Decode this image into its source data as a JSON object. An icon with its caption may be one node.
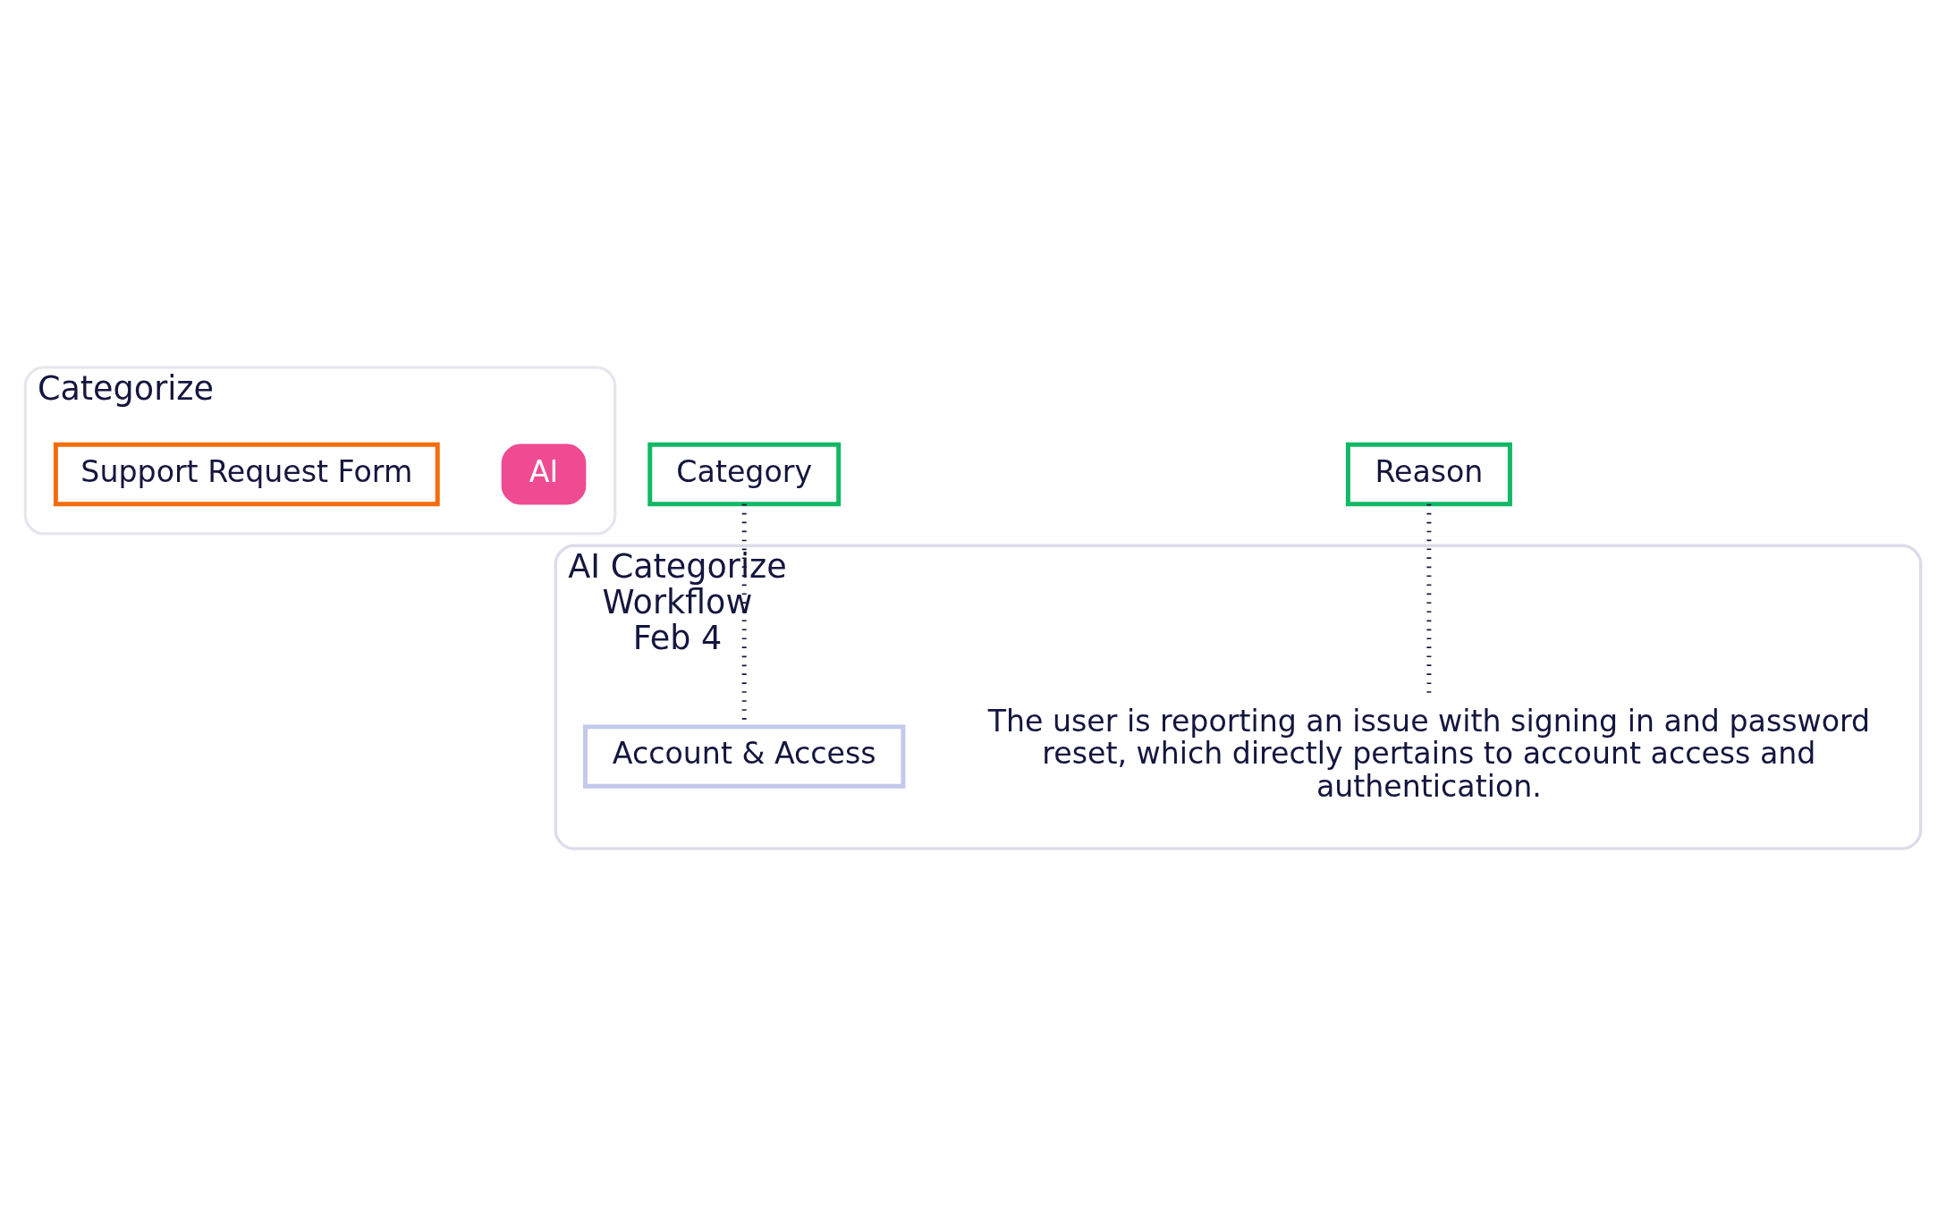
{
  "diagram": {
    "nodes": [
      {
        "text": [
          "Categorize"
        ]
      },
      {
        "text": [
          "AI"
        ],
        "in": 0
      },
      {
        "text": [
          "Support Request Form"
        ],
        "in": 0
      },
      {
        "text": [
          "Category"
        ]
      },
      {
        "text": [
          "Reason"
        ]
      },
      {
        "text": [
          "AI Categorize",
          "Workflow",
          "Feb 4"
        ]
      },
      {
        "text": [
          "Account & Access"
        ],
        "in": 5
      },
      {
        "text": [
          "The user is reporting an issue with signing in and password reset, which directly pertains to account access and authentication."
        ],
        "in": 5
      }
    ],
    "edges": [
      {
        "from": 3,
        "to": 6,
        "arrow": "none",
        "style": "dashed"
      },
      {
        "from": 4,
        "to": 7,
        "arrow": "none",
        "style": "dashed"
      }
    ]
  }
}
